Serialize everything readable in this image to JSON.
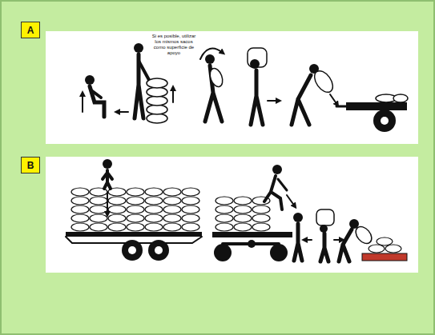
{
  "diagram": {
    "nodes": [
      {
        "text": [
          "A"
        ]
      },
      {
        "text": [
          "B"
        ]
      }
    ],
    "labels": [
      "Si es posible, utilizar los mismos sacos como superficie de apoyo"
    ]
  }
}
